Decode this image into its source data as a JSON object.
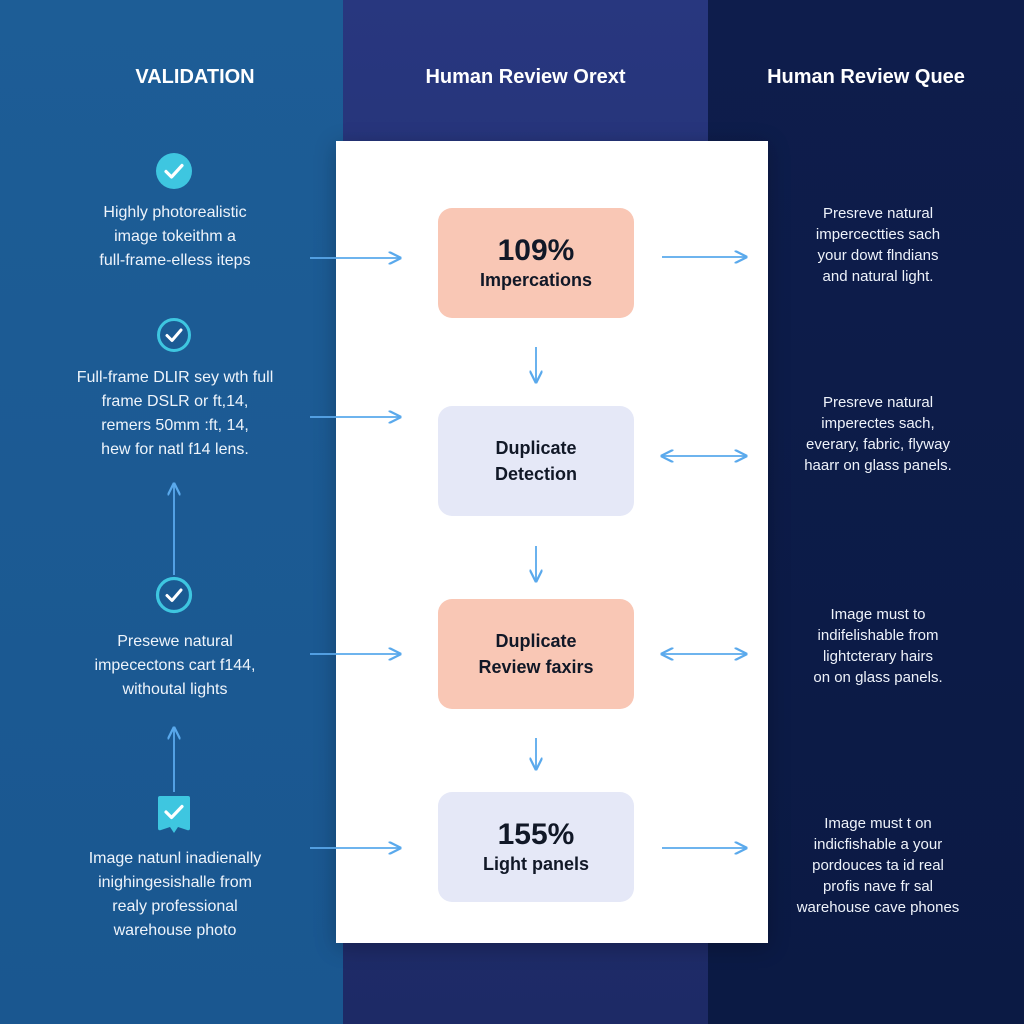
{
  "columns": {
    "left_title": "VALIDATION",
    "middle_title": "Human Review Orext",
    "right_title": "Human Review Quee"
  },
  "validation_items": [
    {
      "icon": "check-circle-icon",
      "lines": [
        "Highly photorealistic",
        "image tokeithm a",
        "full-frame-elless iteps"
      ]
    },
    {
      "icon": "check-circle-outline-icon",
      "lines": [
        "Full-frame DLIR sey wth full",
        "frame DSLR or ft,14,",
        "remers 50mm :ft, 14,",
        "hew for natl f14 lens."
      ]
    },
    {
      "icon": "check-circle-outline-icon",
      "lines": [
        "Presewe natural",
        "impecectons cart f144,",
        "withoutal lights"
      ]
    },
    {
      "icon": "check-badge-icon",
      "lines": [
        "Image natunl inadienally",
        "inighingesishalle from",
        "realy professional",
        "warehouse photo"
      ]
    }
  ],
  "process_nodes": [
    {
      "big": "109%",
      "label": "Impercations",
      "color": "#f9c7b5"
    },
    {
      "big": "",
      "label": "Duplicate Detection",
      "lines": [
        "Duplicate",
        "Detection"
      ],
      "color": "#e5e8f7"
    },
    {
      "big": "",
      "label": "Duplicate Review faxirs",
      "lines": [
        "Duplicate",
        "Review faxirs"
      ],
      "color": "#f9c7b5"
    },
    {
      "big": "155%",
      "label": "Light panels",
      "color": "#e5e8f7"
    }
  ],
  "review_queue_items": [
    {
      "lines": [
        "Presreve natural",
        "impercectties sach",
        "your dowt flndians",
        "and natural light."
      ]
    },
    {
      "lines": [
        "Presreve natural",
        "imperectes sach,",
        "everary, fabric, flyway",
        "haarr on glass panels."
      ]
    },
    {
      "lines": [
        "Image must to",
        "indifelishable from",
        "lightcterary hairs",
        "on on glass panels."
      ]
    },
    {
      "lines": [
        "Image must t on",
        "indicfishable a your",
        "pordouces ta id real",
        "profis nave fr sal",
        "warehouse cave phones"
      ]
    }
  ],
  "colors": {
    "left_column": "#1d5d96",
    "middle_column": "#28377f",
    "right_column": "#0e1d4c",
    "accent_cyan": "#3ec6e0",
    "arrow_blue": "#5aa9ec",
    "node_peach": "#f9c7b5",
    "node_lavender": "#e5e8f7"
  }
}
